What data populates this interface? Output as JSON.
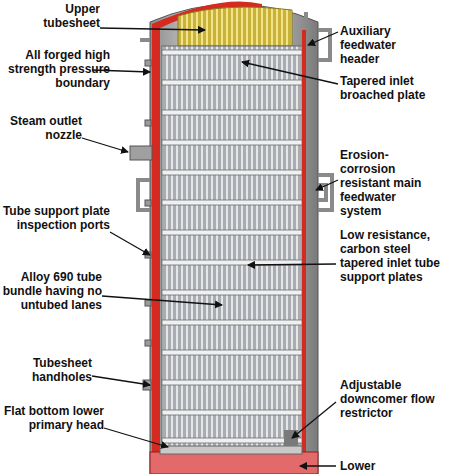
{
  "diagram": {
    "labels": [
      "Upper tubesheet",
      "All forged high strength pressure boundary",
      "Steam outlet nozzle",
      "Tube support plate inspection ports",
      "Alloy 690 tube bundle having no untubed lanes",
      "Tubesheet handholes",
      "Flat bottom lower primary head",
      "Auxiliary feedwater header",
      "Tapered inlet broached plate",
      "Erosion-corrosion resistant main feedwater system",
      "Low resistance, carbon steel tapered inlet tube support plates",
      "Adjustable downcomer flow restrictor",
      "Lower"
    ]
  }
}
